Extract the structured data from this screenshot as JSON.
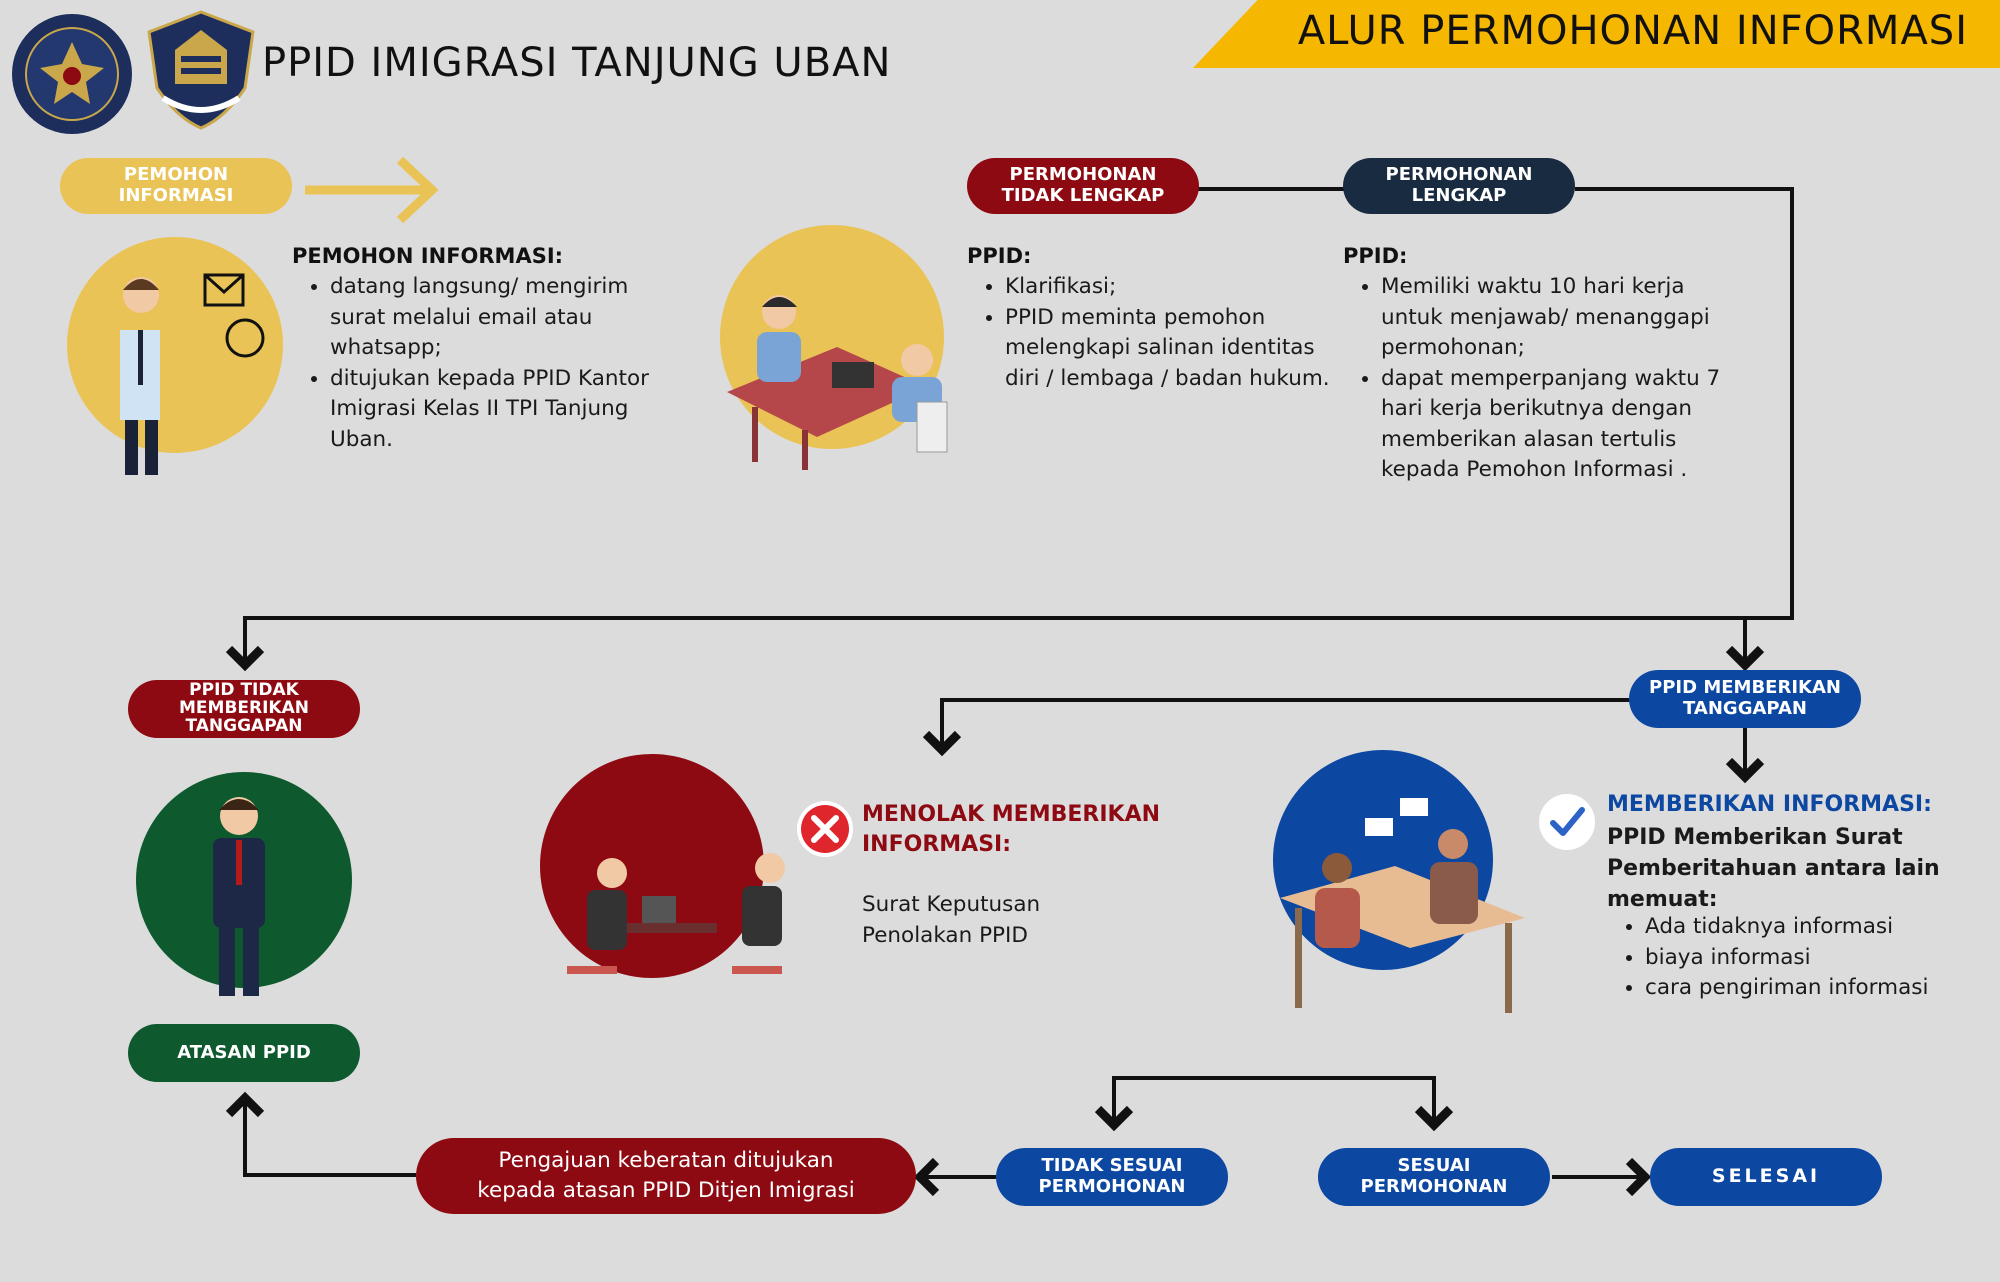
{
  "header": {
    "org_title": "PPID IMIGRASI TANJUNG UBAN",
    "banner_title": "ALUR PERMOHONAN INFORMASI",
    "banner_color": "#f6b700",
    "logo1_name": "kementerian-imigrasi-seal-icon",
    "logo2_name": "imigrasi-emblem-icon"
  },
  "colors": {
    "yellow": "#e9c356",
    "red": "#8e0a12",
    "navy": "#182b40",
    "blue": "#0c47a2",
    "green": "#0e5a2e",
    "background": "#dddcdc"
  },
  "step1": {
    "pill": "PEMOHON\nINFORMASI",
    "heading": "PEMOHON INFORMASI:",
    "bullets": [
      "datang langsung/ mengirim surat melalui email atau whatsapp;",
      "ditujukan kepada PPID Kantor Imigrasi Kelas II TPI Tanjung Uban."
    ]
  },
  "step2": {
    "pill": "PERMOHONAN\nTIDAK LENGKAP",
    "heading": "PPID:",
    "bullets": [
      "Klarifikasi;",
      "PPID meminta pemohon melengkapi salinan identitas diri / lembaga / badan hukum."
    ]
  },
  "step3": {
    "pill": "PERMOHONAN\nLENGKAP",
    "heading": "PPID:",
    "bullets": [
      "Memiliki waktu 10 hari kerja untuk menjawab/ menanggapi permohonan;",
      "dapat memperpanjang waktu 7 hari kerja berikutnya dengan memberikan alasan tertulis kepada Pemohon Informasi ."
    ]
  },
  "no_response": {
    "pill": "PPID TIDAK\nMEMBERIKAN\nTANGGAPAN",
    "superior_pill": "ATASAN PPID"
  },
  "response": {
    "pill": "PPID MEMBERIKAN\nTANGGAPAN"
  },
  "reject": {
    "heading": "MENOLAK MEMBERIKAN\nINFORMASI:",
    "text": "Surat Keputusan\nPenolakan PPID"
  },
  "give": {
    "heading": "MEMBERIKAN INFORMASI:",
    "subheading": "PPID Memberikan Surat Pemberitahuan antara lain memuat:",
    "bullets": [
      "Ada tidaknya informasi",
      "biaya informasi",
      "cara pengiriman informasi"
    ]
  },
  "outcome": {
    "objection": "Pengajuan keberatan ditujukan\nkepada atasan PPID Ditjen Imigrasi",
    "not_match": "TIDAK SESUAI\nPERMOHONAN",
    "match": "SESUAI\nPERMOHONAN",
    "done": "SELESAI"
  }
}
